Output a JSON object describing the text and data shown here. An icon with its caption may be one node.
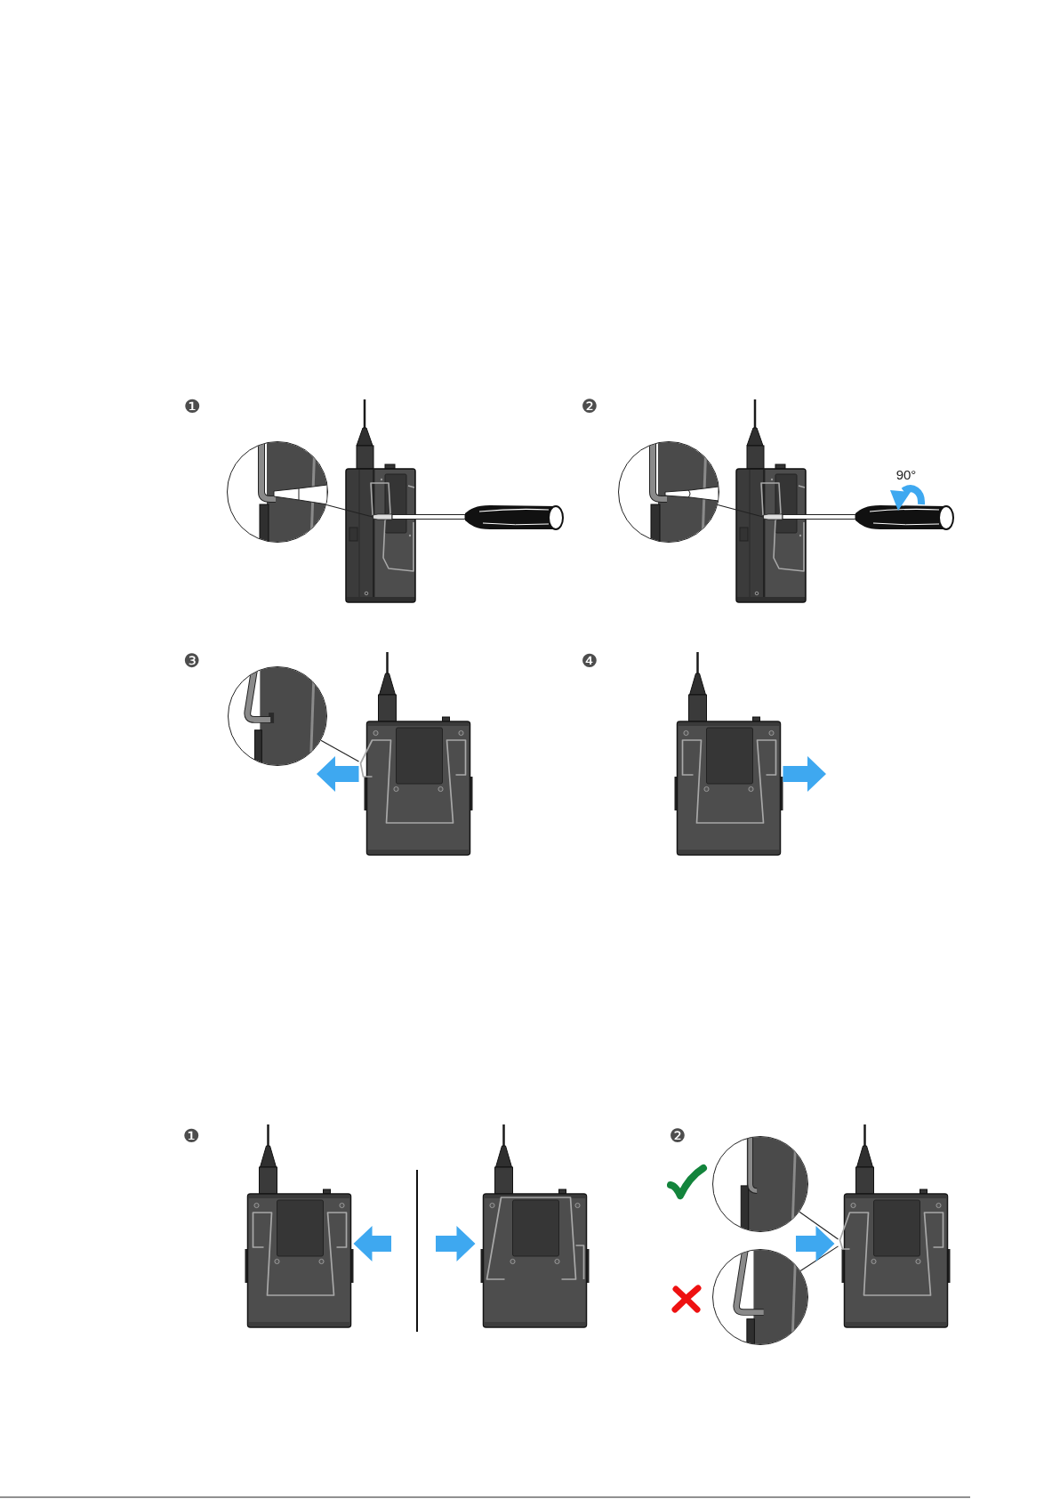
{
  "diagram": {
    "nodes": [
      {
        "text": [],
        "shape": "circle"
      },
      {
        "text": [],
        "shape": "picture"
      },
      {
        "text": [],
        "shape": "picture"
      },
      {
        "text": [],
        "shape": "circle"
      },
      {
        "text": [],
        "shape": "picture"
      },
      {
        "text": [],
        "shape": "picture"
      },
      {
        "text": [],
        "shape": "circle"
      },
      {
        "text": [],
        "shape": "picture"
      },
      {
        "text": [],
        "shape": "picture"
      },
      {
        "text": [],
        "shape": "picture"
      },
      {
        "text": [],
        "shape": "picture"
      },
      {
        "text": [],
        "shape": "circle"
      },
      {
        "text": [],
        "shape": "circle"
      },
      {
        "text": [],
        "shape": "picture"
      }
    ],
    "edges": [
      {
        "from": 0,
        "to": 2,
        "arrow": "none"
      },
      {
        "from": 3,
        "to": 5,
        "arrow": "none"
      },
      {
        "from": 6,
        "to": 7,
        "arrow": "none"
      },
      {
        "from": 11,
        "to": 13,
        "arrow": "none"
      },
      {
        "from": 12,
        "to": 13,
        "arrow": "none"
      },
      {
        "from": 7,
        "to": null,
        "arrow": "to",
        "style": "thick",
        "color": "#3ea8f0"
      },
      {
        "from": 8,
        "to": null,
        "arrow": "to",
        "style": "thick",
        "color": "#3ea8f0"
      },
      {
        "from": null,
        "to": 9,
        "arrow": "to",
        "style": "thick",
        "color": "#3ea8f0"
      },
      {
        "from": null,
        "to": 10,
        "arrow": "to",
        "style": "thick",
        "color": "#3ea8f0"
      },
      {
        "from": null,
        "to": 13,
        "arrow": "to",
        "style": "thick",
        "color": "#3ea8f0"
      }
    ],
    "labels": [
      "❶",
      "❷",
      "90°",
      "❸",
      "❹",
      "❶",
      "❷"
    ]
  }
}
